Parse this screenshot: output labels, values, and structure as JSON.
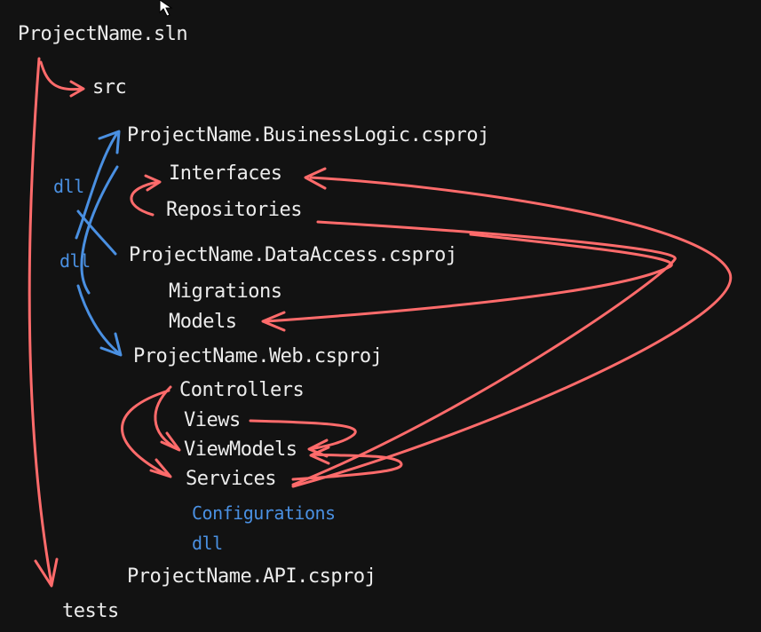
{
  "nodes": {
    "solution": "ProjectName.sln",
    "src": "src",
    "business_logic": "ProjectName.BusinessLogic.csproj",
    "interfaces": "Interfaces",
    "repositories": "Repositories",
    "data_access": "ProjectName.DataAccess.csproj",
    "migrations": "Migrations",
    "models": "Models",
    "web": "ProjectName.Web.csproj",
    "controllers": "Controllers",
    "views": "Views",
    "viewmodels": "ViewModels",
    "services": "Services",
    "configurations": "Configurations",
    "api": "ProjectName.API.csproj",
    "tests": "tests"
  },
  "edge_labels": {
    "dll_1": "dll",
    "dll_2": "dll",
    "dll_3": "dll"
  },
  "colors": {
    "background": "#121212",
    "text": "#ececec",
    "red_arrow": "#ff6b6b",
    "blue_arrow": "#4a90e2"
  }
}
